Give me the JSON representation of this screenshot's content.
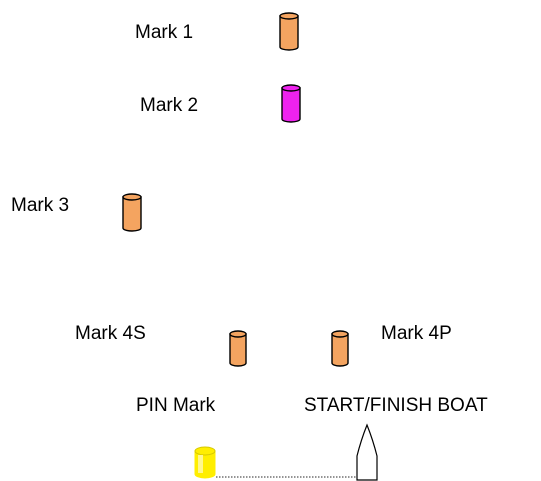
{
  "course": {
    "marks": [
      {
        "label": "Mark 1",
        "color": "#f4a460"
      },
      {
        "label": "Mark 2",
        "color": "#ee22ee"
      },
      {
        "label": "Mark 3",
        "color": "#f4a460"
      },
      {
        "label": "Mark 4S",
        "color": "#f4a460"
      },
      {
        "label": "Mark 4P",
        "color": "#f4a460"
      }
    ],
    "pin": {
      "label": "PIN Mark",
      "color": "#ffee00"
    },
    "boat": {
      "label": "START/FINISH BOAT"
    },
    "outline_color": "#000000"
  }
}
